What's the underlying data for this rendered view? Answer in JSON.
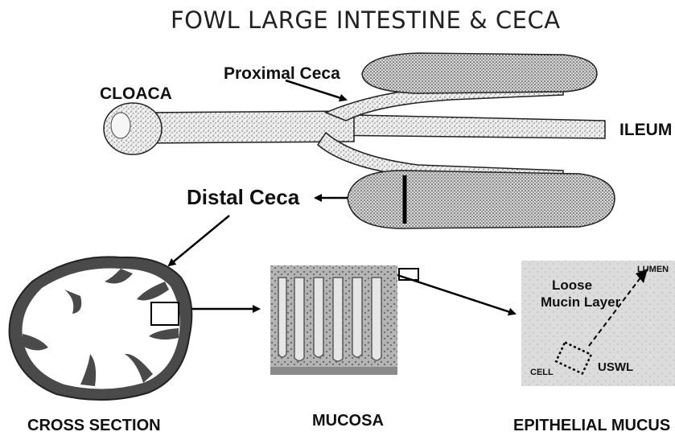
{
  "title": "FOWL LARGE INTESTINE & CECA",
  "labels": {
    "proximal_ceca": "Proximal Ceca",
    "cloaca": "CLOACA",
    "ileum": "ILEUM",
    "distal_ceca": "Distal Ceca",
    "lumen": "LUMEN",
    "loose": "Loose",
    "mucin_layer": "Mucin Layer",
    "cell": "CELL",
    "uswl": "USWL"
  },
  "captions": {
    "cross_section": "CROSS SECTION",
    "mucosa": "MUCOSA",
    "epithelial_mucus": "EPITHELIAL MUCUS"
  },
  "colors": {
    "tissue_dark": "#3a3a3a",
    "tissue_mid": "#8a8a8a",
    "tissue_light": "#cfcfcf",
    "mucus_bg": "#d9d9d9"
  }
}
